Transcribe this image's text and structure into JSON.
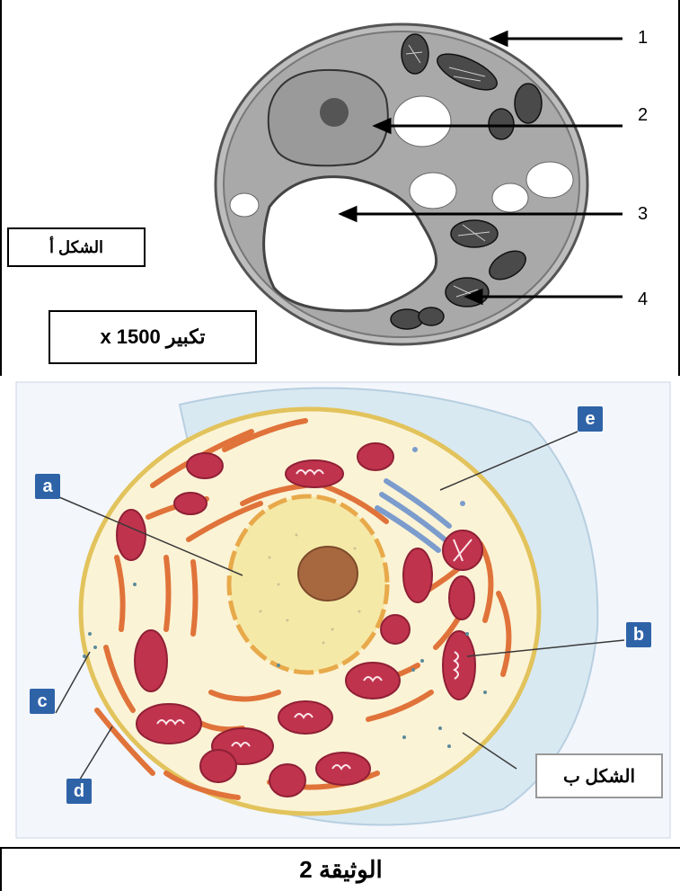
{
  "figure_a": {
    "label": "الشكل أ",
    "magnification": "تكبير  x  1500",
    "callouts": [
      "1",
      "2",
      "3",
      "4"
    ]
  },
  "figure_b": {
    "label": "الشكل ب",
    "callouts": [
      "a",
      "b",
      "c",
      "d",
      "e"
    ]
  },
  "document_title": "الوثيقة 2",
  "colors": {
    "tag_blue": "#2e63a8",
    "mitochondria": "#c0334d",
    "er_orange": "#e0733a",
    "nucleus_fill": "#f5e9a8",
    "nucleolus": "#a8683f",
    "golgi": "#7b9ccc",
    "cell_border": "#e2c35c"
  }
}
